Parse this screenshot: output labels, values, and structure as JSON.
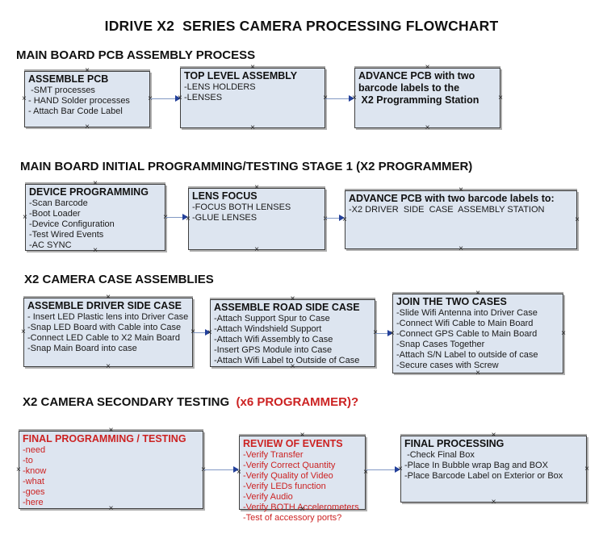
{
  "title": "IDRIVE X2  SERIES CAMERA PROCESSING FLOWCHART",
  "colors": {
    "box_fill": "#dde5f0",
    "box_border": "#3f3f3f",
    "arrow_line": "#8299c4",
    "arrow_head": "#24419b",
    "red_text": "#cc2222",
    "black_text": "#111111"
  },
  "sections": [
    {
      "heading": "MAIN BOARD PCB ASSEMBLY PROCESS",
      "boxes": [
        {
          "title": "ASSEMBLE PCB",
          "items": [
            " -SMT processes",
            "- HAND Solder processes",
            "- Attach Bar Code Label"
          ]
        },
        {
          "title": "TOP LEVEL ASSEMBLY",
          "items": [
            "-LENS HOLDERS",
            "-LENSES"
          ]
        },
        {
          "title": "ADVANCE PCB with two\nbarcode labels to the\n X2 Programming Station",
          "items": []
        }
      ]
    },
    {
      "heading": "MAIN BOARD INITIAL PROGRAMMING/TESTING STAGE 1 (X2 PROGRAMMER)",
      "boxes": [
        {
          "title": "DEVICE PROGRAMMING",
          "items": [
            "-Scan Barcode",
            "-Boot Loader",
            "-Device Configuration",
            "-Test Wired Events",
            "-AC SYNC"
          ]
        },
        {
          "title": "LENS FOCUS",
          "items": [
            "-FOCUS BOTH LENSES",
            "-GLUE LENSES"
          ]
        },
        {
          "title": "ADVANCE PCB with two barcode labels to:",
          "items": [
            "-X2 DRIVER  SIDE  CASE  ASSEMBLY STATION"
          ]
        }
      ]
    },
    {
      "heading": "X2 CAMERA CASE ASSEMBLIES",
      "boxes": [
        {
          "title": "ASSEMBLE DRIVER SIDE CASE",
          "items": [
            "- Insert LED Plastic lens into Driver Case",
            "-Snap LED Board with Cable into Case",
            "-Connect LED Cable to X2 Main Board",
            "-Snap Main Board into case"
          ]
        },
        {
          "title": "ASSEMBLE ROAD SIDE CASE",
          "items": [
            "-Attach Support Spur to Case",
            "-Attach Windshield Support",
            "-Attach Wifi Assembly to Case",
            "-Insert GPS Module into Case",
            "-Attach Wifi Label to Outside of Case"
          ]
        },
        {
          "title": "JOIN THE TWO CASES",
          "items": [
            "-Slide Wifi Antenna into Driver Case",
            "-Connect Wifi Cable to Main Board",
            "-Connect GPS Cable to Main Board",
            "-Snap Cases Together",
            "-Attach S/N Label to outside of case",
            "-Secure cases with Screw"
          ]
        }
      ]
    },
    {
      "heading": "X2 CAMERA SECONDARY TESTING  ",
      "heading_red": "(x6 PROGRAMMER)?",
      "boxes": [
        {
          "title": "FINAL PROGRAMMING / TESTING",
          "items": [
            "-need",
            "-to",
            "-know",
            "-what",
            "-goes",
            "-here"
          ]
        },
        {
          "title": "REVIEW OF EVENTS",
          "items": [
            "-Verify Transfer",
            "-Verify Correct Quantity",
            "-Verify Quality of Video",
            "-Verify LEDs function",
            "-Verify Audio",
            "-Verify BOTH Accelerometers",
            "-Test of accessory ports?"
          ]
        },
        {
          "title": "FINAL PROCESSING",
          "items": [
            " -Check Final Box",
            "-Place In Bubble wrap Bag and BOX",
            "-Place Barcode Label on Exterior or Box"
          ]
        }
      ]
    }
  ]
}
